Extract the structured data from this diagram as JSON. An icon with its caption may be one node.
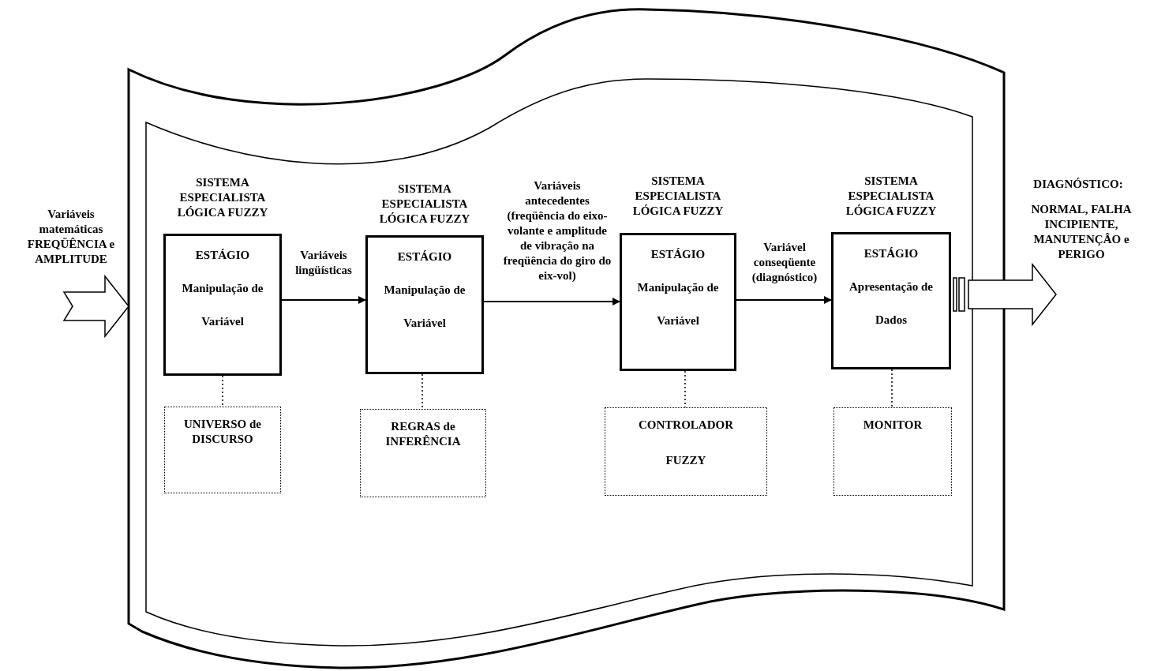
{
  "diagram": {
    "nodes": [
      {
        "text": [],
        "shape": "scroll"
      },
      {
        "text": [
          "SISTEMA ESPECIALISTA LÓGICA FUZZY",
          "ESTÁGIO",
          "Manipulação de",
          "Variável"
        ],
        "in": 0
      },
      {
        "text": [
          "UNIVERSO de DISCURSO"
        ],
        "in": 0
      },
      {
        "text": [
          "SISTEMA ESPECIALISTA LÓGICA FUZZY",
          "ESTÁGIO",
          "Manipulação de",
          "Variável"
        ],
        "in": 0
      },
      {
        "text": [
          "REGRAS de INFERÊNCIA"
        ],
        "in": 0
      },
      {
        "text": [
          "SISTEMA ESPECIALISTA LÓGICA FUZZY",
          "ESTÁGIO",
          "Manipulação de",
          "Variável"
        ],
        "in": 0
      },
      {
        "text": [
          "CONTROLADOR",
          "FUZZY"
        ],
        "in": 0
      },
      {
        "text": [
          "SISTEMA ESPECIALISTA LÓGICA FUZZY",
          "ESTÁGIO",
          "Apresentação de",
          "Dados"
        ],
        "in": 0
      },
      {
        "text": [
          "MONITOR"
        ],
        "in": 0
      }
    ],
    "edges": [
      {
        "from": null,
        "to": 0,
        "arrow": "to",
        "style": "thick"
      },
      {
        "from": 1,
        "to": 3,
        "arrow": "to",
        "label": "Variáveis lingüísticas"
      },
      {
        "from": 3,
        "to": 5,
        "arrow": "to",
        "label": "Variáveis antecedentes (freqüência do eixo-volante e amplitude de vibraçâo na freqüência do giro do eix-vol)"
      },
      {
        "from": 5,
        "to": 7,
        "arrow": "to",
        "label": "Variável conseqüente (diagnóstico)"
      },
      {
        "from": 1,
        "to": 2,
        "arrow": "none",
        "style": "dashed"
      },
      {
        "from": 3,
        "to": 4,
        "arrow": "none",
        "style": "dashed"
      },
      {
        "from": 5,
        "to": 6,
        "arrow": "none",
        "style": "dashed"
      },
      {
        "from": 7,
        "to": 8,
        "arrow": "none",
        "style": "dashed"
      },
      {
        "from": 7,
        "to": null,
        "arrow": "to",
        "style": "thick"
      }
    ],
    "labels": [
      "Variáveis matemáticas FREQÜÊNCIA e AMPLITUDE",
      "DIAGNÓSTICO:",
      "NORMAL, FALHA INCIPIENTE, MANUTENÇÂO e PERIGO"
    ]
  }
}
